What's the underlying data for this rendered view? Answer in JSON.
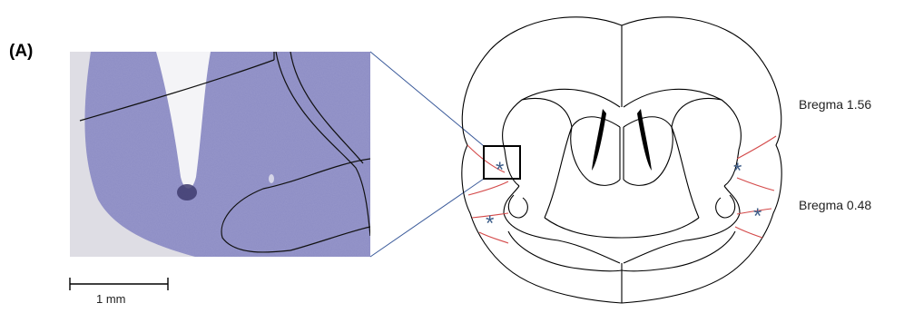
{
  "figure": {
    "panel_label": "(A)",
    "scale_bar_label": "1 mm",
    "bregma_labels": [
      "Bregma 1.56",
      "Bregma 0.48"
    ],
    "marker_glyph": "*",
    "colors": {
      "section_outline": "#000000",
      "region_boundary": "#d44a4a",
      "marker": "#3f5f8a",
      "zoom_lines": "#3a5a9a",
      "nissl_stain": "#8a8ac0"
    }
  }
}
